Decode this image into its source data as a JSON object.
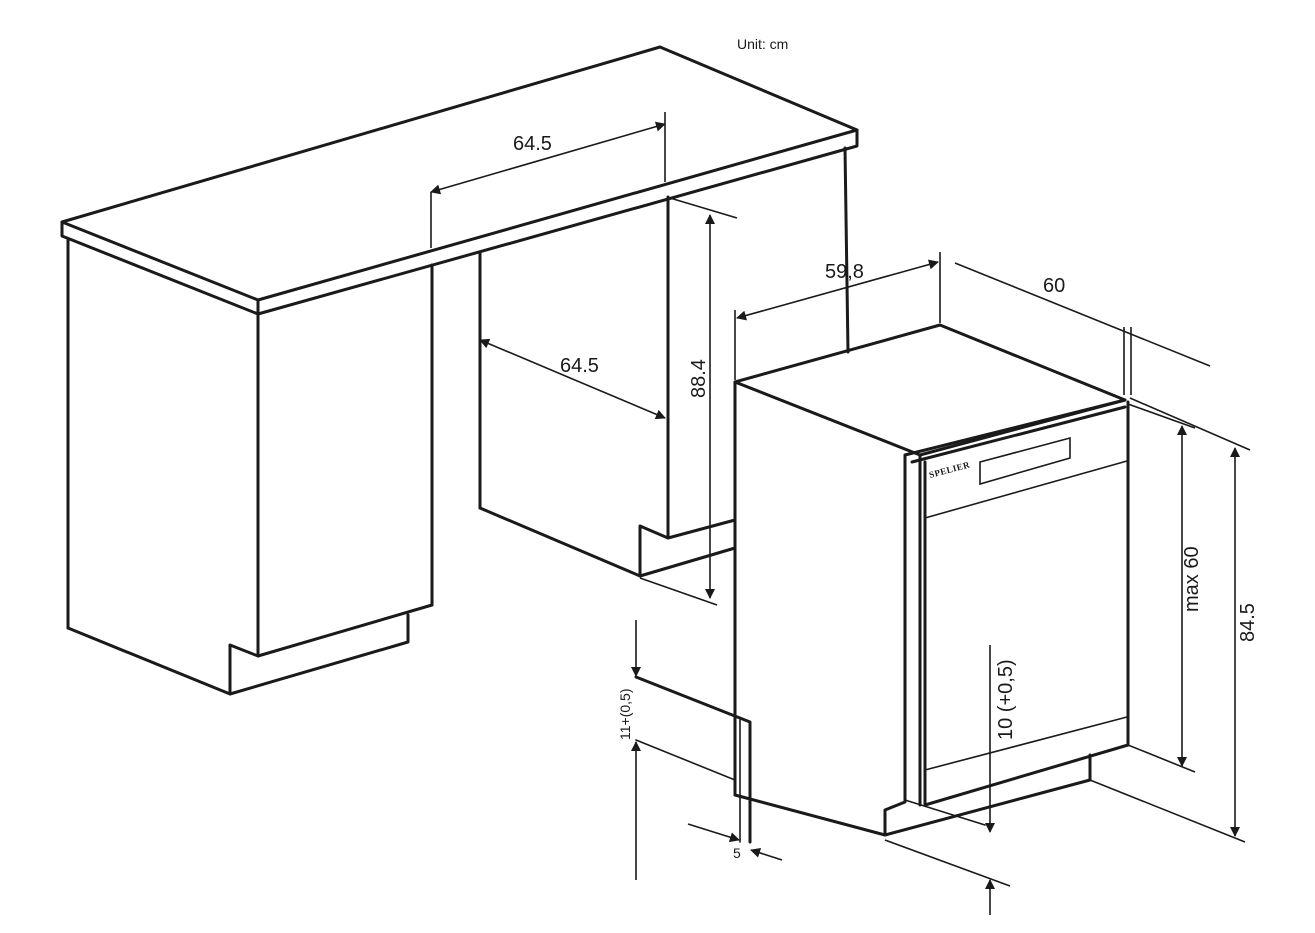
{
  "unit_label": "Unit: cm",
  "brand": "SPELIER",
  "dimensions": {
    "counter_depth_top": "64.5",
    "niche_depth": "64.5",
    "niche_height": "88.4",
    "appliance_width": "59,8",
    "appliance_depth": "60",
    "panel_height": "max 60",
    "appliance_height": "84.5",
    "plinth_height": "11+(0,5)",
    "plinth_depth": "5",
    "foot_height": "10 (+0,5)"
  },
  "colors": {
    "line": "#1a1a1a",
    "background": "#ffffff"
  }
}
